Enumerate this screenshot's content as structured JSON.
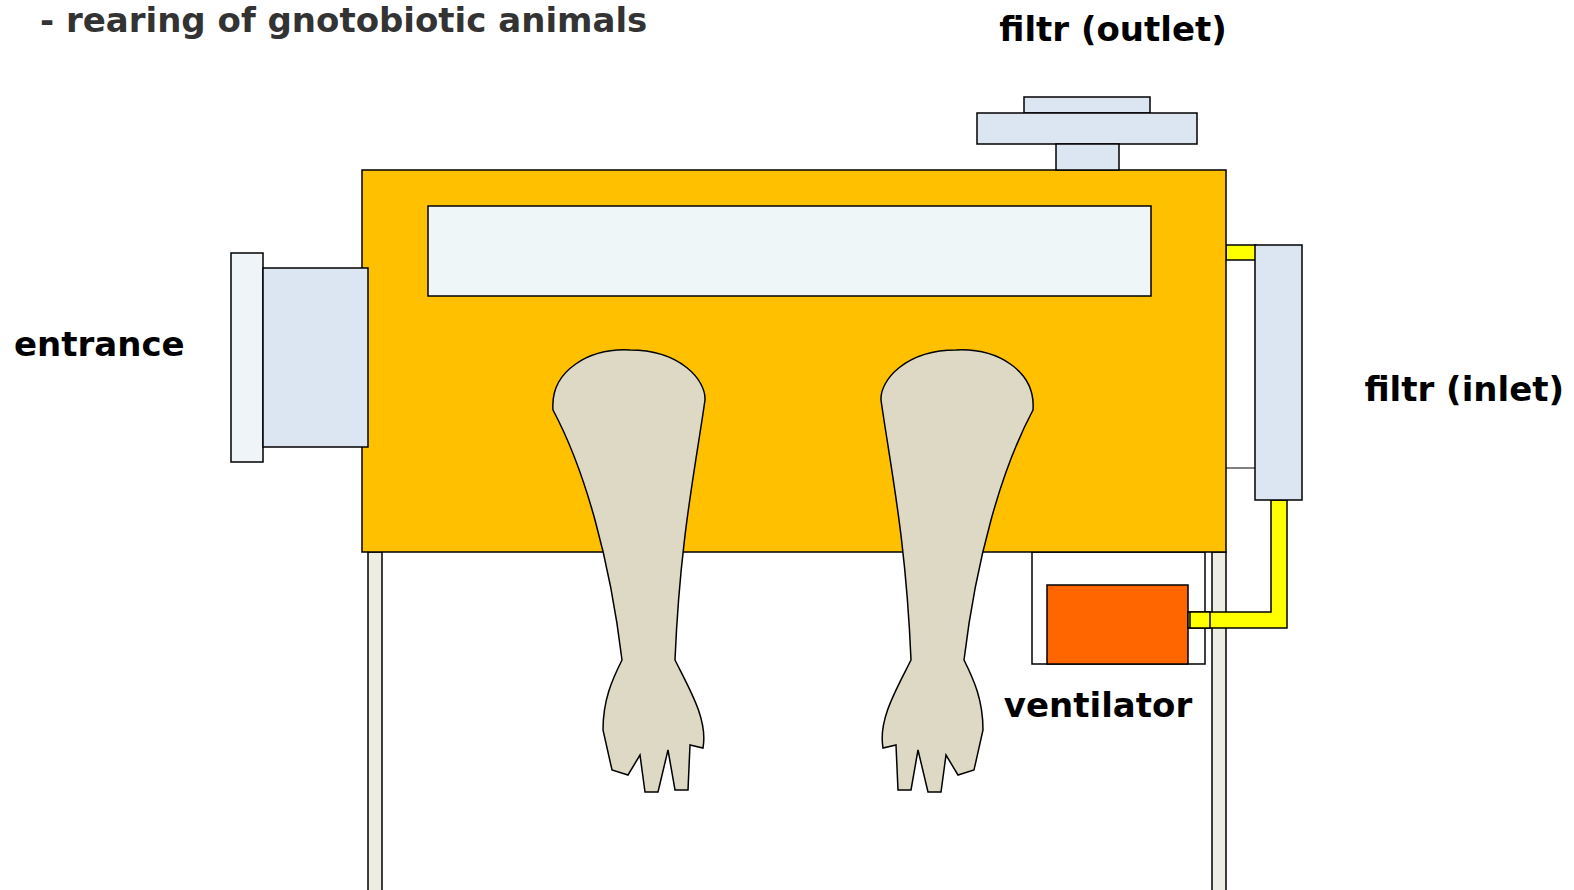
{
  "diagram": {
    "title": "- rearing of gnotobiotic animals",
    "labels": [
      "filtr (outlet)",
      "entrance",
      "filtr (inlet)",
      "ventilator"
    ]
  }
}
